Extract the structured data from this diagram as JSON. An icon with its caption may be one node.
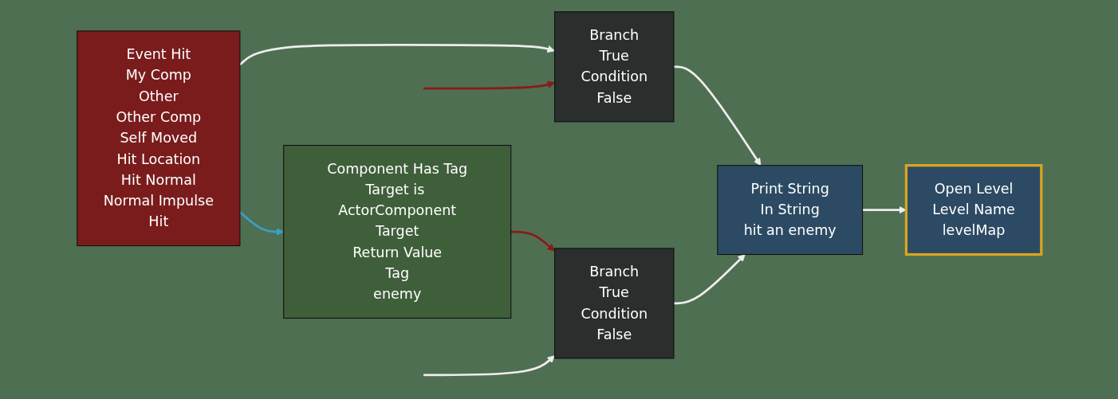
{
  "diagram": {
    "nodes": [
      {
        "text": [
          "Event Hit",
          "My Comp",
          "Other",
          "Other Comp",
          "Self Moved",
          "Hit Location",
          "Hit Normal",
          "Normal Impulse",
          "Hit"
        ]
      },
      {
        "text": [
          "Branch",
          "True",
          "Condition",
          "False"
        ]
      },
      {
        "text": [
          "Print String",
          "In String",
          "hit an enemy"
        ]
      },
      {
        "text": [
          "Branch",
          "True",
          "Condition",
          "False"
        ]
      },
      {
        "text": [
          "Component Has Tag",
          "Target is ActorComponent",
          "Target",
          "Return Value",
          "Tag",
          "enemy"
        ]
      },
      {
        "text": [
          "Open Level",
          "Level Name",
          "levelMap"
        ]
      }
    ],
    "edges": [
      {
        "from": 0,
        "to": 1,
        "arrow": "to"
      },
      {
        "from": 1,
        "to": 2,
        "arrow": "to"
      },
      {
        "from": 3,
        "to": 2,
        "arrow": "to"
      },
      {
        "from": 4,
        "to": 3,
        "arrow": "to",
        "color": "#8b1a1a"
      },
      {
        "from": 0,
        "to": 4,
        "arrow": "to",
        "color": "#3aa0c8"
      },
      {
        "from": 2,
        "to": 5,
        "arrow": "to"
      },
      {
        "from": null,
        "to": 3,
        "arrow": "to"
      },
      {
        "from": null,
        "to": 1,
        "arrow": "to",
        "color": "#8b1a1a"
      }
    ]
  }
}
